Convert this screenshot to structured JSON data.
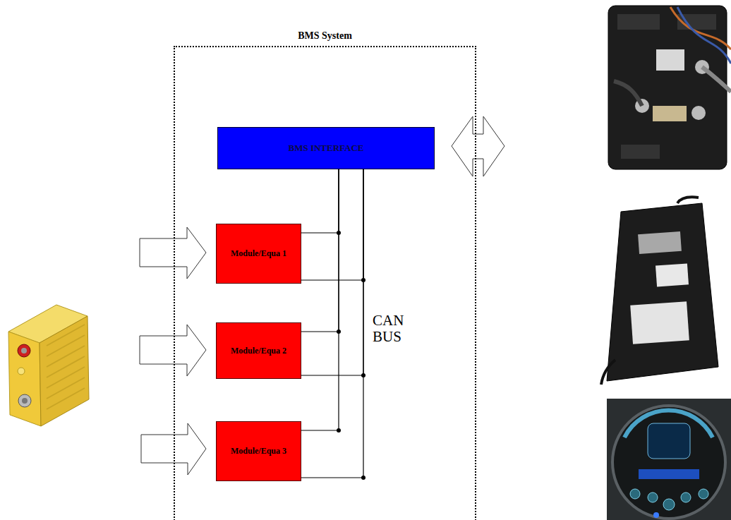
{
  "diagram": {
    "nodes": [
      {
        "text": [
          "BMS System"
        ]
      },
      {
        "text": [
          "BMS  INTERFACE"
        ],
        "in": 0
      },
      {
        "text": [
          "Module/Equa 1"
        ],
        "in": 0
      },
      {
        "text": [
          "Module/Equa 2"
        ],
        "in": 0
      },
      {
        "text": [
          "Module/Equa 3"
        ],
        "in": 0
      }
    ],
    "edges": [
      {
        "from": 1,
        "to": 2,
        "arrow": "none"
      },
      {
        "from": 1,
        "to": 3,
        "arrow": "none"
      },
      {
        "from": 1,
        "to": 4,
        "arrow": "none"
      }
    ],
    "labels": [
      "CAN BUS"
    ]
  }
}
